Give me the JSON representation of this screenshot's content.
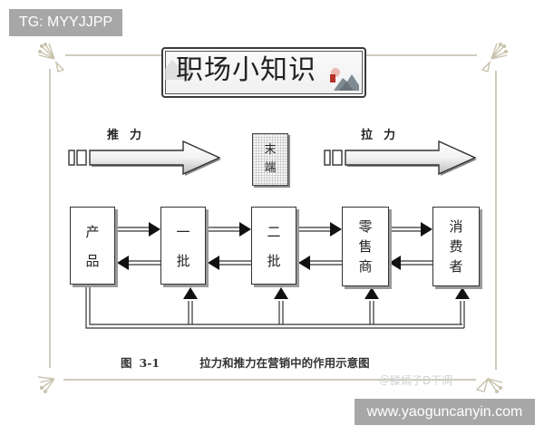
{
  "watermarks": {
    "top_left": "TG: MYYJJPP",
    "bottom_right": "www.yaoguncanyin.com",
    "faint_overlay": "＠滕嫣子D下凋"
  },
  "banner": {
    "title": "职场小知识",
    "seal_icon": "red-seal-mountain-icon"
  },
  "diagram": {
    "push_label": "推力",
    "pull_label": "拉力",
    "terminal": {
      "line1": "末",
      "line2": "端"
    },
    "nodes": [
      {
        "id": "product",
        "chars": [
          "产",
          "品"
        ]
      },
      {
        "id": "wholesale1",
        "chars": [
          "一",
          "批"
        ]
      },
      {
        "id": "wholesale2",
        "chars": [
          "二",
          "批"
        ]
      },
      {
        "id": "retailer",
        "chars": [
          "零",
          "售",
          "商"
        ]
      },
      {
        "id": "consumer",
        "chars": [
          "消",
          "费",
          "者"
        ]
      }
    ],
    "caption_prefix": "图",
    "caption_number": "3-1",
    "caption_text": "拉力和推力在营销中的作用示意图"
  },
  "colors": {
    "frame": "#cfcbbd",
    "ink": "#222222",
    "watermark_bg": "#a7a7a7",
    "seal_red": "#b5332a"
  }
}
